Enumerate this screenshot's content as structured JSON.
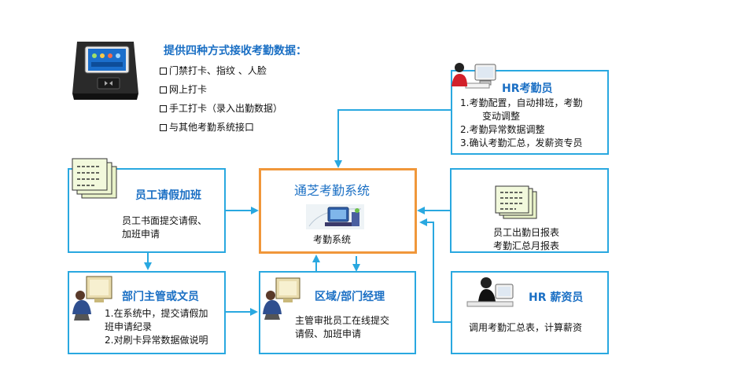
{
  "intro": {
    "title": "提供四种方式接收考勤数据：",
    "items": [
      "门禁打卡、指纹 、人脸",
      "网上打卡",
      "手工打卡（录入出勤数据）",
      "与其他考勤系统接口"
    ]
  },
  "hr_attendance": {
    "title": "HR考勤员",
    "lines": [
      "1.考勤配置，自动排班，考勤",
      "变动调整",
      "2.考勤异常数据调整",
      "3.确认考勤汇总，发薪资专员"
    ]
  },
  "employee": {
    "title": "员工请假加班",
    "lines": [
      "员工书面提交请假、",
      "加班申请"
    ]
  },
  "center": {
    "title": "通芝考勤系统",
    "caption": "考勤系统"
  },
  "reports": {
    "lines": [
      "员工出勤日报表",
      "考勤汇总月报表"
    ]
  },
  "dept_supervisor": {
    "title": "部门主管或文员",
    "lines": [
      "1.在系统中，提交请假加",
      "班申请纪录",
      "2.对刷卡异常数据做说明"
    ]
  },
  "regional_manager": {
    "title": "区域/部门经理",
    "lines": [
      "主管审批员工在线提交",
      "请假、加班申请"
    ]
  },
  "hr_payroll": {
    "title": "HR 薪资员",
    "lines": [
      "调用考勤汇总表，计算薪资"
    ]
  },
  "colors": {
    "box_border": "#29a8e0",
    "center_border": "#f0973a",
    "title": "#1a6fc4"
  }
}
